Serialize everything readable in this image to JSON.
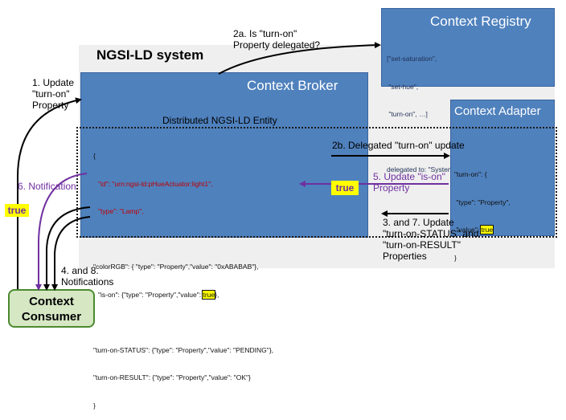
{
  "system": {
    "title": "NGSI-LD system"
  },
  "broker": {
    "title": "Context Broker"
  },
  "registry": {
    "title": "Context Registry",
    "code_lines": [
      "[\"set-saturation\",",
      " \"set-hue\",",
      " \"turn-on\", …]",
      "",
      "delegated to: \"System Adapter\""
    ]
  },
  "adapter": {
    "title": "Context Adapter",
    "code_lines": [
      "\"turn-on\": {",
      " \"type\": \"Property\",",
      " \"value\": "
    ],
    "value_highlight": "true",
    "close": "}"
  },
  "entity": {
    "label": "Distributed NGSI-LD Entity",
    "open": "{",
    "id_line": "\"id\": \"urn:ngsi-ld:pHueActuator:light1\",",
    "type_line": "\"type\": \"Lamp\",",
    "color_line": "\"colorRGB\": { \"type\": \"Property\",\"value\": \"0xABABAB\"},",
    "ison_prefix": "\"is-on\": {\"type\": \"Property\",\"value\": ",
    "ison_value": "true",
    "ison_suffix": "},",
    "status_line": "\"turn-on-STATUS\": {\"type\": \"Property\",\"value\": \"PENDING\"},",
    "result_line": "\"turn-on-RESULT\": {\"type\": \"Property\",\"value\": \"OK\"}",
    "close": "}"
  },
  "consumer": {
    "line1": "Context",
    "line2": "Consumer"
  },
  "labels": {
    "update_turn_on": [
      "1. Update",
      "\"turn-on\"",
      "Property"
    ],
    "is_delegated": [
      "2a. Is \"turn-on\"",
      "Property delegated?"
    ],
    "delegated_update": "2b. Delegated \"turn-on\" update",
    "update_is_on": [
      "5. Update \"is-on\"",
      "Property"
    ],
    "update_result": [
      "3. and 7. Update",
      "\"turn-on-STATUS\" and",
      "\"turn-on-RESULT\"",
      "Properties"
    ],
    "notification": "6. Notification",
    "notifications": [
      "4. and 8.",
      "Notifications"
    ],
    "true_left": "true",
    "true_mid": "true"
  },
  "colors": {
    "box_blue": "#4f81bd",
    "purple": "#7030a0",
    "consumer_fill": "#d6e7c4",
    "highlight": "#ffff00"
  }
}
